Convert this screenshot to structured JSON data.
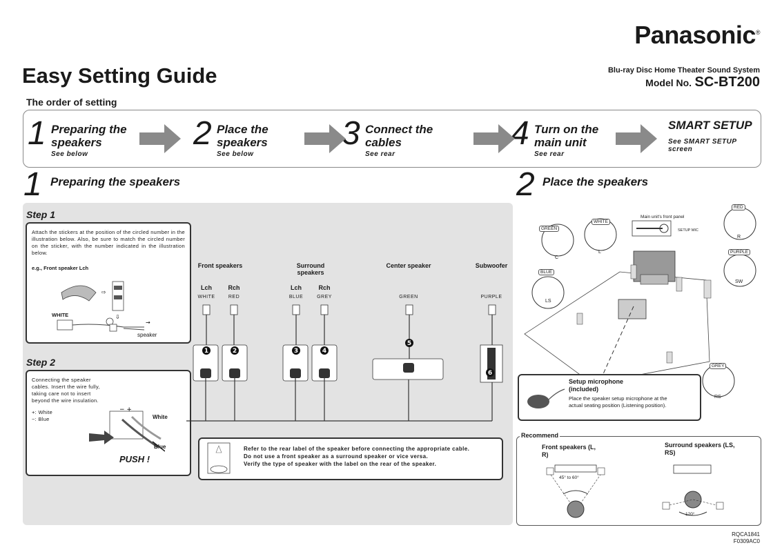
{
  "header": {
    "brand": "Panasonic",
    "brand_reg": "®",
    "title": "Easy Setting Guide",
    "product": "Blu-ray Disc Home Theater Sound System",
    "model_label": "Model No.",
    "model_number": "SC-BT200"
  },
  "order": {
    "title": "The order of setting",
    "steps": [
      {
        "num": "1",
        "title": "Preparing the speakers",
        "sub": "See below"
      },
      {
        "num": "2",
        "title": "Place the speakers",
        "sub": "See below"
      },
      {
        "num": "3",
        "title": "Connect the cables",
        "sub": "See rear"
      },
      {
        "num": "4",
        "title": "Turn on the main unit",
        "sub": "See rear"
      },
      {
        "num": "",
        "title": "SMART SETUP",
        "sub": "See SMART SETUP screen"
      }
    ]
  },
  "section1": {
    "num": "1",
    "title": "Preparing the speakers"
  },
  "section2": {
    "num": "2",
    "title": "Place the speakers"
  },
  "step1": {
    "title": "Step 1",
    "text": "Attach the stickers at the position of the circled number in the illustration below. Also, be sure to match the circled number on the sticker, with the number indicated in the illustration below.",
    "example": "e.g., Front speaker Lch",
    "white": "WHITE",
    "speaker": "speaker"
  },
  "step2": {
    "title": "Step 2",
    "text": "Connecting the speaker cables. Insert the wire fully, taking care not to insert beyond the wire insulation.",
    "plus": "+: White",
    "minus": "−: Blue",
    "white": "White",
    "blue": "Blue",
    "push": "PUSH !"
  },
  "speakers": {
    "front": "Front speakers",
    "surround": "Surround speakers",
    "center": "Center speaker",
    "subwoofer": "Subwoofer",
    "channels": [
      {
        "ch": "Lch",
        "color": "WHITE",
        "num": "1"
      },
      {
        "ch": "Rch",
        "color": "RED",
        "num": "2"
      },
      {
        "ch": "Lch",
        "color": "BLUE",
        "num": "3"
      },
      {
        "ch": "Rch",
        "color": "GREY",
        "num": "4"
      },
      {
        "ch": "",
        "color": "GREEN",
        "num": "5"
      },
      {
        "ch": "",
        "color": "PURPLE",
        "num": "6"
      }
    ]
  },
  "note": {
    "lines": [
      "Refer to the rear label of the speaker before connecting the appropriate cable.",
      "Do not use a front speaker as a surround speaker or vice versa.",
      "Verify the type of speaker with the label on the rear of the speaker."
    ]
  },
  "placement": {
    "front_panel": "Main unit's front panel",
    "setup_mic": "SETUP MIC",
    "tags": [
      {
        "color": "GREEN",
        "code": "C"
      },
      {
        "color": "WHITE",
        "code": "L"
      },
      {
        "color": "RED",
        "code": "R"
      },
      {
        "color": "PURPLE",
        "code": "SW"
      },
      {
        "color": "BLUE",
        "code": "LS"
      },
      {
        "color": "GREY",
        "code": "RS"
      }
    ],
    "mic_title": "Setup microphone (included)",
    "mic_text": "Place the speaker setup microphone at the actual seating position (Listening position)."
  },
  "recommend": {
    "title": "Recommend",
    "front": "Front speakers (L, R)",
    "surround": "Surround speakers (LS, RS)",
    "front_angle": "45° to 60°",
    "surround_angle": "120°"
  },
  "footer": {
    "code1": "RQCA1841",
    "code2": "F0309AC0"
  },
  "colors": {
    "arrow": "#8a8a8a",
    "panel": "#e3e3e3"
  }
}
